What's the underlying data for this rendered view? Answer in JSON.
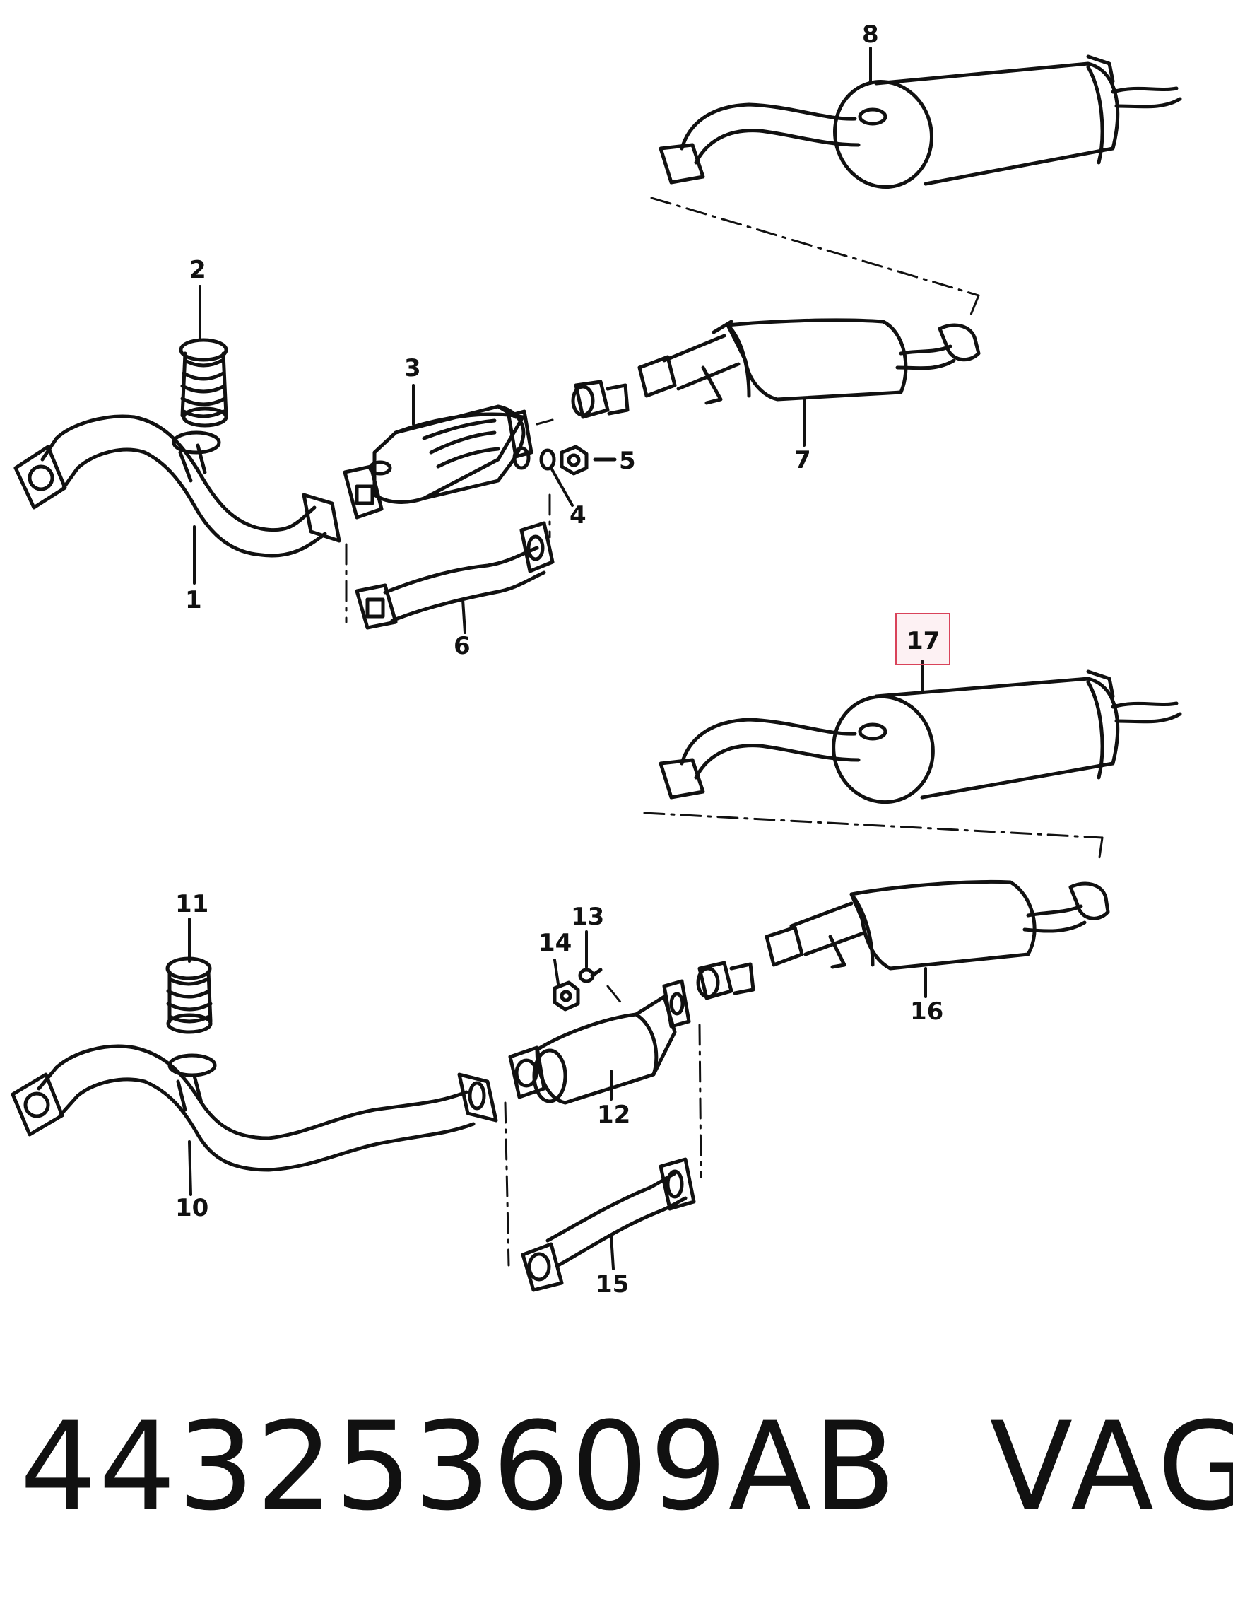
{
  "diagram": {
    "labels": {
      "p1": "1",
      "p2": "2",
      "p3": "3",
      "p4": "4",
      "p5": "5",
      "p6": "6",
      "p7": "7",
      "p8": "8",
      "p10": "10",
      "p11": "11",
      "p12": "12",
      "p13": "13",
      "p14": "14",
      "p15": "15",
      "p16": "16",
      "p17": "17"
    },
    "highlighted_label": "17",
    "highlight_color": "#d9435a",
    "line_color": "#111111"
  },
  "footer": {
    "part_number": "443253609AB",
    "brand": "VAG"
  }
}
